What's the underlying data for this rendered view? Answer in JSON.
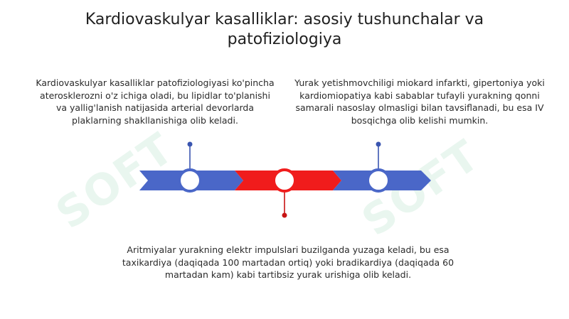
{
  "title": "Kardiovaskulyar kasalliklar: asosiy tushunchalar va patofiziologiya",
  "blocks": {
    "left": "Kardiovaskulyar kasalliklar patofiziologiyasi ko'pincha aterosklerozni o'z ichiga oladi, bu lipidlar to'planishi va yallig'lanish natijasida arterial devorlarda plaklarning shakllanishiga olib keladi.",
    "right": "Yurak yetishmovchiligi miokard infarkti, gipertoniya yoki kardiomiopatiya kabi sabablar tufayli yurakning qonni samarali nasoslay olmasligi bilan tavsiflanadi, bu esa IV bosqichga olib kelishi mumkin.",
    "bottom": "Aritmiyalar yurakning elektr impulslari buzilganda yuzaga keladi, bu esa taxikardiya (daqiqada 100 martadan ortiq) yoki bradikardiya (daqiqada 60 martadan kam) kabi tartibsiz yurak urishiga olib keladi."
  },
  "watermark": "SOFT",
  "colors": {
    "blue": "#4a67c8",
    "red": "#f01c1c",
    "dark_blue": "#3a55b0",
    "dark_red": "#c81414"
  }
}
